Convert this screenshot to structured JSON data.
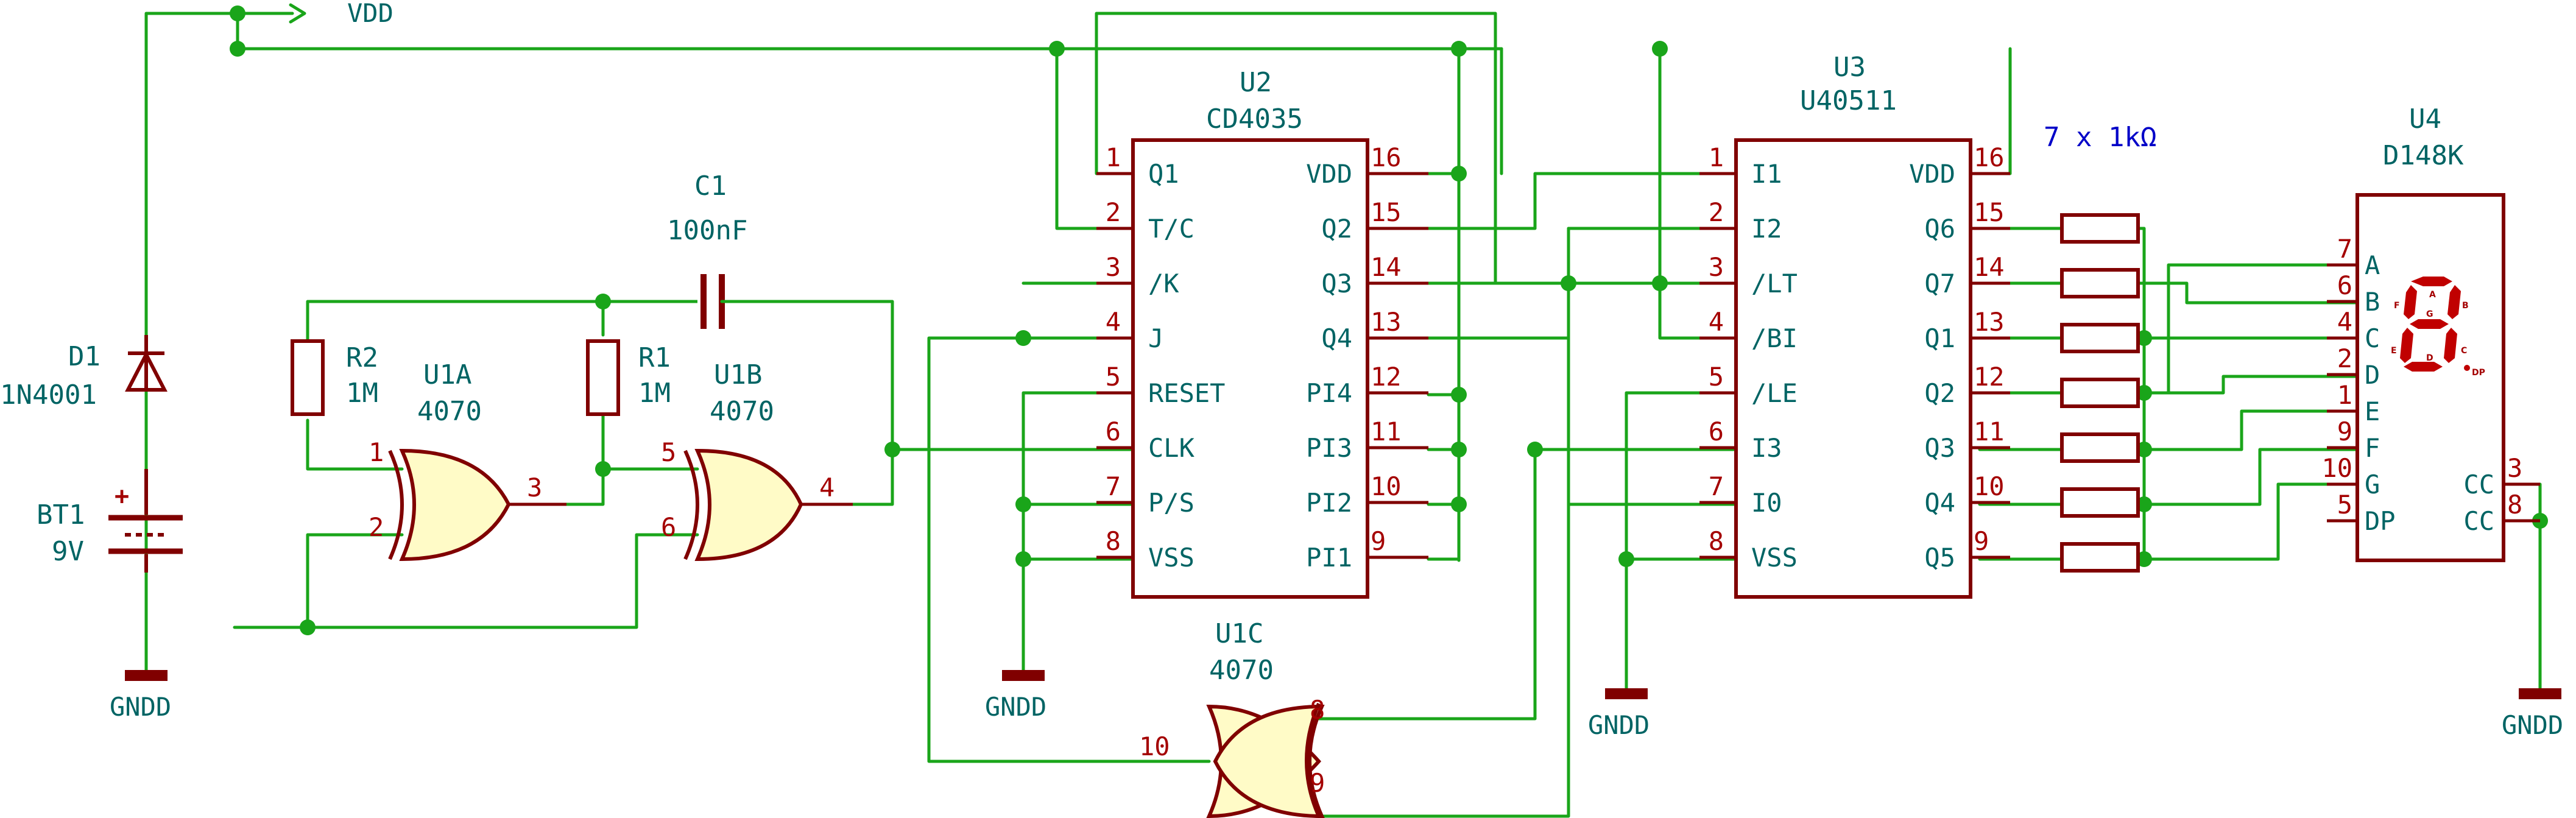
{
  "nets": {
    "vdd": "VDD",
    "gnd": "GNDD"
  },
  "components": {
    "d1": {
      "ref": "D1",
      "value": "1N4001"
    },
    "bt1": {
      "ref": "BT1",
      "value": "9V",
      "plus": "+"
    },
    "r2": {
      "ref": "R2",
      "value": "1M"
    },
    "r1": {
      "ref": "R1",
      "value": "1M"
    },
    "c1": {
      "ref": "C1",
      "value": "100nF"
    },
    "u1a": {
      "ref": "U1A",
      "value": "4070",
      "pins": {
        "in1": "1",
        "in2": "2",
        "out": "3"
      }
    },
    "u1b": {
      "ref": "U1B",
      "value": "4070",
      "pins": {
        "in1": "5",
        "in2": "6",
        "out": "4"
      }
    },
    "u1c": {
      "ref": "U1C",
      "value": "4070",
      "pins": {
        "in1": "8",
        "in2": "9",
        "out": "10"
      }
    },
    "u2": {
      "ref": "U2",
      "value": "CD4035",
      "left": [
        {
          "num": "1",
          "name": "Q1"
        },
        {
          "num": "2",
          "name": "T/C"
        },
        {
          "num": "3",
          "name": "/K"
        },
        {
          "num": "4",
          "name": "J"
        },
        {
          "num": "5",
          "name": "RESET"
        },
        {
          "num": "6",
          "name": "CLK"
        },
        {
          "num": "7",
          "name": "P/S"
        },
        {
          "num": "8",
          "name": "VSS"
        }
      ],
      "right": [
        {
          "num": "16",
          "name": "VDD"
        },
        {
          "num": "15",
          "name": "Q2"
        },
        {
          "num": "14",
          "name": "Q3"
        },
        {
          "num": "13",
          "name": "Q4"
        },
        {
          "num": "12",
          "name": "PI4"
        },
        {
          "num": "11",
          "name": "PI3"
        },
        {
          "num": "10",
          "name": "PI2"
        },
        {
          "num": "9",
          "name": "PI1"
        }
      ]
    },
    "u3": {
      "ref": "U3",
      "value": "U40511",
      "left": [
        {
          "num": "1",
          "name": "I1"
        },
        {
          "num": "2",
          "name": "I2"
        },
        {
          "num": "3",
          "name": "/LT"
        },
        {
          "num": "4",
          "name": "/BI"
        },
        {
          "num": "5",
          "name": "/LE"
        },
        {
          "num": "6",
          "name": "I3"
        },
        {
          "num": "7",
          "name": "I0"
        },
        {
          "num": "8",
          "name": "VSS"
        }
      ],
      "right": [
        {
          "num": "16",
          "name": "VDD"
        },
        {
          "num": "15",
          "name": "Q6"
        },
        {
          "num": "14",
          "name": "Q7"
        },
        {
          "num": "13",
          "name": "Q1"
        },
        {
          "num": "12",
          "name": "Q2"
        },
        {
          "num": "11",
          "name": "Q3"
        },
        {
          "num": "10",
          "name": "Q4"
        },
        {
          "num": "9",
          "name": "Q5"
        }
      ]
    },
    "u4": {
      "ref": "U4",
      "value": "D148K",
      "left": [
        {
          "num": "7",
          "name": "A"
        },
        {
          "num": "6",
          "name": "B"
        },
        {
          "num": "4",
          "name": "C"
        },
        {
          "num": "2",
          "name": "D"
        },
        {
          "num": "1",
          "name": "E"
        },
        {
          "num": "9",
          "name": "F"
        },
        {
          "num": "10",
          "name": "G"
        },
        {
          "num": "5",
          "name": "DP"
        }
      ],
      "right": [
        {
          "num": "3",
          "name": "CC"
        },
        {
          "num": "8",
          "name": "CC"
        }
      ],
      "segment_letters": {
        "a": "A",
        "b": "B",
        "c": "C",
        "d": "D",
        "e": "E",
        "f": "F",
        "g": "G",
        "dp": "DP"
      }
    }
  },
  "resistor_note": "7 x 1kΩ"
}
